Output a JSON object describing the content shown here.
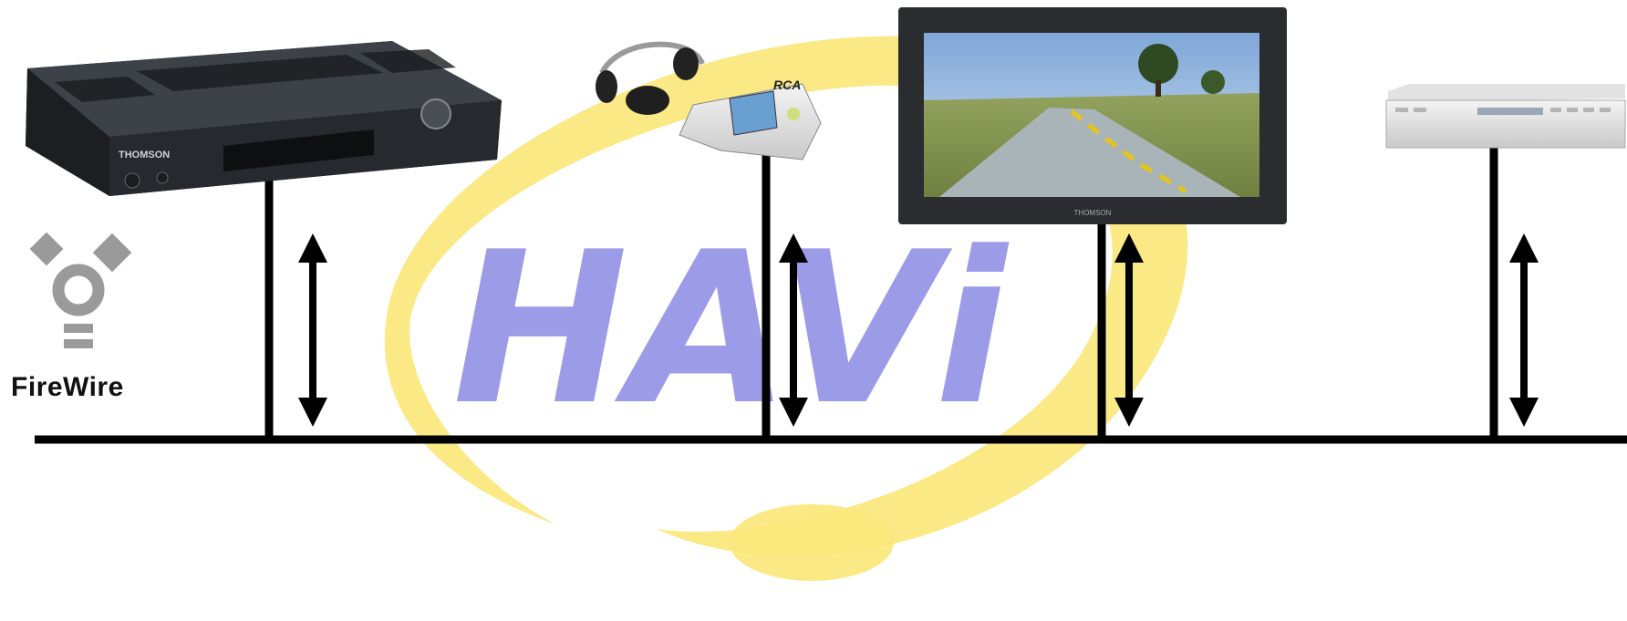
{
  "logo": {
    "text": "HAVi",
    "text_color": "#9b9be8",
    "ring_color": "#fbe77c"
  },
  "firewire": {
    "label": "FireWire",
    "icon": "firewire-icon",
    "icon_color": "#9a9a9a"
  },
  "bus": {
    "line_color": "#000000"
  },
  "devices": [
    {
      "name": "set-top-box",
      "brand": "THOMSON",
      "icon": "set-top-box-icon"
    },
    {
      "name": "portable-player",
      "brand": "RCA",
      "icon": "mp3-player-icon"
    },
    {
      "name": "flat-screen-tv",
      "brand": "THOMSON",
      "icon": "tv-icon"
    },
    {
      "name": "dvd-player",
      "brand": "",
      "icon": "dvd-player-icon"
    }
  ]
}
